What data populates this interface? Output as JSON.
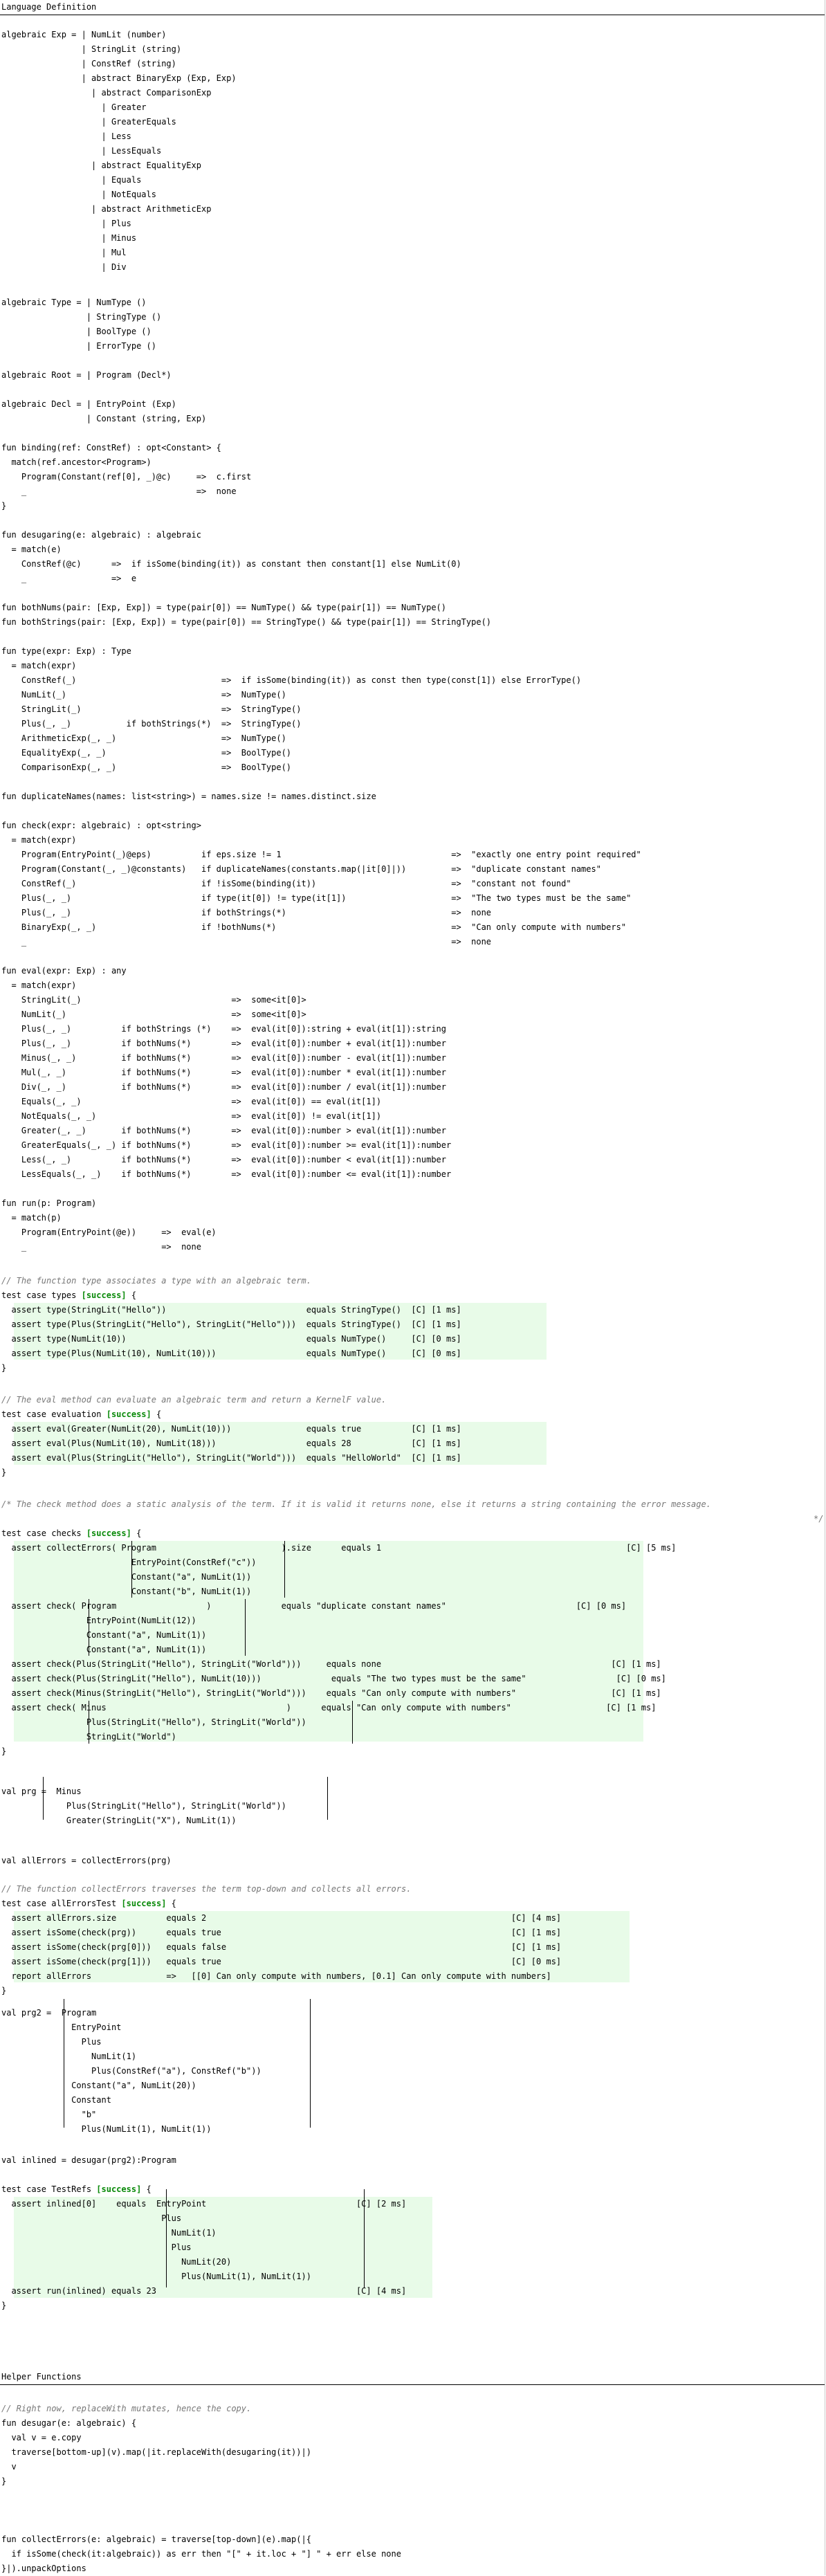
{
  "sections": {
    "language": "Language Definition",
    "helpers": "Helper Functions"
  },
  "code": {
    "exp": [
      "algebraic Exp = | NumLit (number)",
      "                | StringLit (string)",
      "                | ConstRef (string)",
      "                | abstract BinaryExp (Exp, Exp)",
      "                  | abstract ComparisonExp",
      "                    | Greater",
      "                    | GreaterEquals",
      "                    | Less",
      "                    | LessEquals",
      "                  | abstract EqualityExp",
      "                    | Equals",
      "                    | NotEquals",
      "                  | abstract ArithmeticExp",
      "                    | Plus",
      "                    | Minus",
      "                    | Mul",
      "                    | Div"
    ],
    "type": [
      "algebraic Type = | NumType ()",
      "                 | StringType ()",
      "                 | BoolType ()",
      "                 | ErrorType ()"
    ],
    "root": "algebraic Root = | Program (Decl*)",
    "decl": [
      "algebraic Decl = | EntryPoint (Exp)",
      "                 | Constant (string, Exp)"
    ],
    "binding": [
      "fun binding(ref: ConstRef) : opt<Constant> {",
      "  match(ref.ancestor<Program>)",
      "    Program(Constant(ref[0], _)@c)     =>  c.first",
      "    _                                  =>  none",
      "}"
    ],
    "desugar": [
      "fun desugaring(e: algebraic) : algebraic",
      "  = match(e)",
      "    ConstRef(@c)      =>  if isSome(binding(it)) as constant then constant[1] else NumLit(0)",
      "    _                 =>  e"
    ],
    "both": [
      "fun bothNums(pair: [Exp, Exp]) = type(pair[0]) == NumType() && type(pair[1]) == NumType()",
      "fun bothStrings(pair: [Exp, Exp]) = type(pair[0]) == StringType() && type(pair[1]) == StringType()"
    ],
    "typefn": [
      "fun type(expr: Exp) : Type",
      "  = match(expr)",
      "    ConstRef(_)                             =>  if isSome(binding(it)) as const then type(const[1]) else ErrorType()",
      "    NumLit(_)                               =>  NumType()",
      "    StringLit(_)                            =>  StringType()",
      "    Plus(_, _)           if bothStrings(*)  =>  StringType()",
      "    ArithmeticExp(_, _)                     =>  NumType()",
      "    EqualityExp(_, _)                       =>  BoolType()",
      "    ComparisonExp(_, _)                     =>  BoolType()"
    ],
    "dup": "fun duplicateNames(names: list<string>) = names.size != names.distinct.size",
    "check": [
      "fun check(expr: algebraic) : opt<string>",
      "  = match(expr)",
      "    Program(EntryPoint(_)@eps)          if eps.size != 1                                  =>  \"exactly one entry point required\"",
      "    Program(Constant(_, _)@constants)   if duplicateNames(constants.map(|it[0]|))         =>  \"duplicate constant names\"",
      "    ConstRef(_)                         if !isSome(binding(it))                           =>  \"constant not found\"",
      "    Plus(_, _)                          if type(it[0]) != type(it[1])                     =>  \"The two types must be the same\"",
      "    Plus(_, _)                          if bothStrings(*)                                 =>  none",
      "    BinaryExp(_, _)                     if !bothNums(*)                                   =>  \"Can only compute with numbers\"",
      "    _                                                                                     =>  none"
    ],
    "eval": [
      "fun eval(expr: Exp) : any",
      "  = match(expr)",
      "    StringLit(_)                              =>  some<it[0]>",
      "    NumLit(_)                                 =>  some<it[0]>",
      "    Plus(_, _)          if bothStrings (*)    =>  eval(it[0]):string + eval(it[1]):string",
      "    Plus(_, _)          if bothNums(*)        =>  eval(it[0]):number + eval(it[1]):number",
      "    Minus(_, _)         if bothNums(*)        =>  eval(it[0]):number - eval(it[1]):number",
      "    Mul(_, _)           if bothNums(*)        =>  eval(it[0]):number * eval(it[1]):number",
      "    Div(_, _)           if bothNums(*)        =>  eval(it[0]):number / eval(it[1]):number",
      "    Equals(_, _)                              =>  eval(it[0]) == eval(it[1])",
      "    NotEquals(_, _)                           =>  eval(it[0]) != eval(it[1])",
      "    Greater(_, _)       if bothNums(*)        =>  eval(it[0]):number > eval(it[1]):number",
      "    GreaterEquals(_, _) if bothNums(*)        =>  eval(it[0]):number >= eval(it[1]):number",
      "    Less(_, _)          if bothNums(*)        =>  eval(it[0]):number < eval(it[1]):number",
      "    LessEquals(_, _)    if bothNums(*)        =>  eval(it[0]):number <= eval(it[1]):number"
    ],
    "run": [
      "fun run(p: Program)",
      "  = match(p)",
      "    Program(EntryPoint(@e))     =>  eval(e)",
      "    _                           =>  none"
    ],
    "c_types": "// The function type associates a type with an algebraic term.",
    "types_test": [
      "test case types [success] {",
      "  assert type(StringLit(\"Hello\"))                            equals StringType()  [C] [1 ms]",
      "  assert type(Plus(StringLit(\"Hello\"), StringLit(\"Hello\")))  equals StringType()  [C] [1 ms]",
      "  assert type(NumLit(10))                                    equals NumType()     [C] [0 ms]",
      "  assert type(Plus(NumLit(10), NumLit(10)))                  equals NumType()     [C] [0 ms]",
      "}"
    ],
    "c_eval": "// The eval method can evaluate an algebraic term and return a KernelF value.",
    "eval_test": [
      "test case evaluation [success] {",
      "  assert eval(Greater(NumLit(20), NumLit(10)))               equals true          [C] [1 ms]",
      "  assert eval(Plus(NumLit(10), NumLit(18)))                  equals 28            [C] [1 ms]",
      "  assert eval(Plus(StringLit(\"Hello\"), StringLit(\"World\")))  equals \"HelloWorld\"  [C] [1 ms]",
      "}"
    ],
    "c_check": "/* The check method does a static analysis of the term. If it is valid it returns none, else it returns a string containing the error message.",
    "c_check_end": "*/",
    "checks_test": [
      "test case checks [success] {",
      "  assert collectErrors( Program                         ).size      equals 1                                                 [C] [5 ms]",
      "                          EntryPoint(ConstRef(\"c\"))",
      "                          Constant(\"a\", NumLit(1))",
      "                          Constant(\"b\", NumLit(1))",
      "  assert check( Program                  )              equals \"duplicate constant names\"                          [C] [0 ms]",
      "                 EntryPoint(NumLit(12))",
      "                 Constant(\"a\", NumLit(1))",
      "                 Constant(\"a\", NumLit(1))",
      "  assert check(Plus(StringLit(\"Hello\"), StringLit(\"World\")))     equals none                                              [C] [1 ms]",
      "  assert check(Plus(StringLit(\"Hello\"), NumLit(10)))              equals \"The two types must be the same\"                  [C] [0 ms]",
      "  assert check(Minus(StringLit(\"Hello\"), StringLit(\"World\")))    equals \"Can only compute with numbers\"                   [C] [1 ms]",
      "  assert check( Minus                                    )      equals \"Can only compute with numbers\"                   [C] [1 ms]",
      "                 Plus(StringLit(\"Hello\"), StringLit(\"World\"))",
      "                 StringLit(\"World\")",
      "}"
    ],
    "prg": [
      "val prg =  Minus",
      "             Plus(StringLit(\"Hello\"), StringLit(\"World\"))",
      "             Greater(StringLit(\"X\"), NumLit(1))"
    ],
    "allerr": "val allErrors = collectErrors(prg)",
    "c_collect": "// The function collectErrors traverses the term top-down and collects all errors.",
    "allerr_test": [
      "test case allErrorsTest [success] {",
      "  assert allErrors.size          equals 2                                                             [C] [4 ms]",
      "  assert isSome(check(prg))      equals true                                                          [C] [1 ms]",
      "  assert isSome(check(prg[0]))   equals false                                                         [C] [1 ms]",
      "  assert isSome(check(prg[1]))   equals true                                                          [C] [0 ms]",
      "  report allErrors               =>   [[0] Can only compute with numbers, [0.1] Can only compute with numbers]",
      "}"
    ],
    "prg2": [
      "val prg2 =  Program",
      "              EntryPoint",
      "                Plus",
      "                  NumLit(1)",
      "                  Plus(ConstRef(\"a\"), ConstRef(\"b\"))",
      "              Constant(\"a\", NumLit(20))",
      "              Constant",
      "                \"b\"",
      "                Plus(NumLit(1), NumLit(1))"
    ],
    "inlined": "val inlined = desugar(prg2):Program",
    "refs_test": [
      "test case TestRefs [success] {",
      "  assert inlined[0]    equals  EntryPoint                              [C] [2 ms]",
      "                                Plus",
      "                                  NumLit(1)",
      "                                  Plus",
      "                                    NumLit(20)",
      "                                    Plus(NumLit(1), NumLit(1))",
      "  assert run(inlined) equals 23                                        [C] [4 ms]",
      "}"
    ],
    "c_mut": "// Right now, replaceWith mutates, hence the copy.",
    "desugarfn": [
      "fun desugar(e: algebraic) {",
      "  val v = e.copy",
      "  traverse[bottom-up](v).map(|it.replaceWith(desugaring(it))|)",
      "  v",
      "}"
    ],
    "collectfn": [
      "fun collectErrors(e: algebraic) = traverse[top-down](e).map(|{",
      "  if isSome(check(it:algebraic)) as err then \"[\" + it.loc + \"] \" + err else none",
      "}|).unpackOptions"
    ]
  }
}
